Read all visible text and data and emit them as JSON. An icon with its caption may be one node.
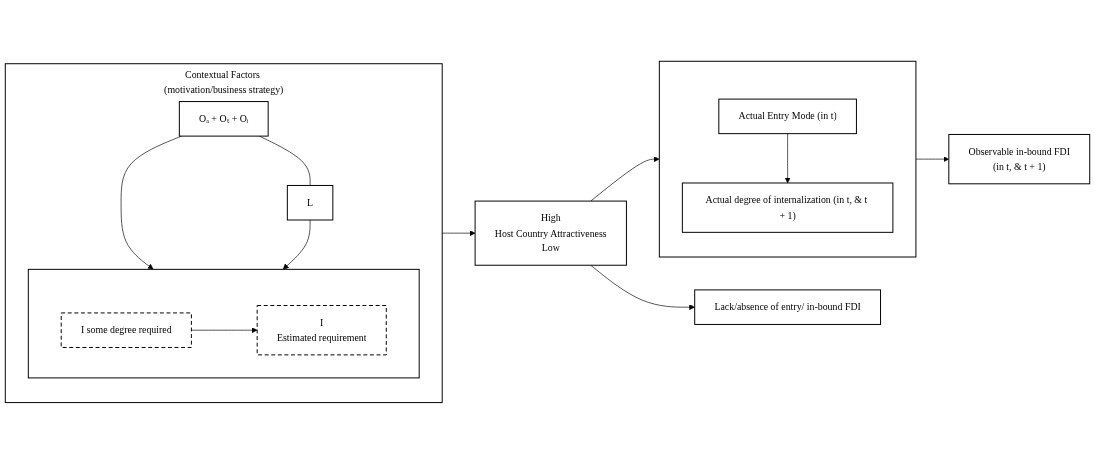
{
  "diagram": {
    "nodes": [
      {
        "text": [
          "Contextual Factors (motivation/business strategy)"
        ]
      },
      {
        "text": [
          "Oₐ + Oₜ + Oᵢ"
        ],
        "in": 0
      },
      {
        "text": [],
        "shape": "box",
        "in": 0
      },
      {
        "text": [
          "I some degree required"
        ],
        "in": 2
      },
      {
        "text": [
          "I",
          "Estimated requirement"
        ],
        "in": 2
      },
      {
        "text": [
          "L"
        ],
        "in": 0
      },
      {
        "text": [
          "High",
          "Host Country Attractiveness",
          "Low"
        ]
      },
      {
        "text": [],
        "shape": "box"
      },
      {
        "text": [
          "Actual Entry Mode (in t)"
        ],
        "in": 7
      },
      {
        "text": [
          "Actual degree of internalization (in t, & t + 1)"
        ],
        "in": 7
      },
      {
        "text": [
          "Observable in-bound FDI",
          "(in t, & t + 1)"
        ]
      },
      {
        "text": [
          "Lack/absence of entry/ in-bound FDI"
        ]
      }
    ],
    "edges": [
      {
        "from": 1,
        "to": 2,
        "arrow": "to"
      },
      {
        "from": 5,
        "to": 2,
        "arrow": "to"
      },
      {
        "from": 1,
        "to": 5,
        "arrow": "none"
      },
      {
        "from": 3,
        "to": 4,
        "arrow": "to"
      },
      {
        "from": 0,
        "to": 6,
        "arrow": "to"
      },
      {
        "from": 6,
        "to": 7,
        "arrow": "to"
      },
      {
        "from": 6,
        "to": 11,
        "arrow": "to"
      },
      {
        "from": 8,
        "to": 9,
        "arrow": "to"
      },
      {
        "from": 7,
        "to": 10,
        "arrow": "to"
      }
    ]
  }
}
